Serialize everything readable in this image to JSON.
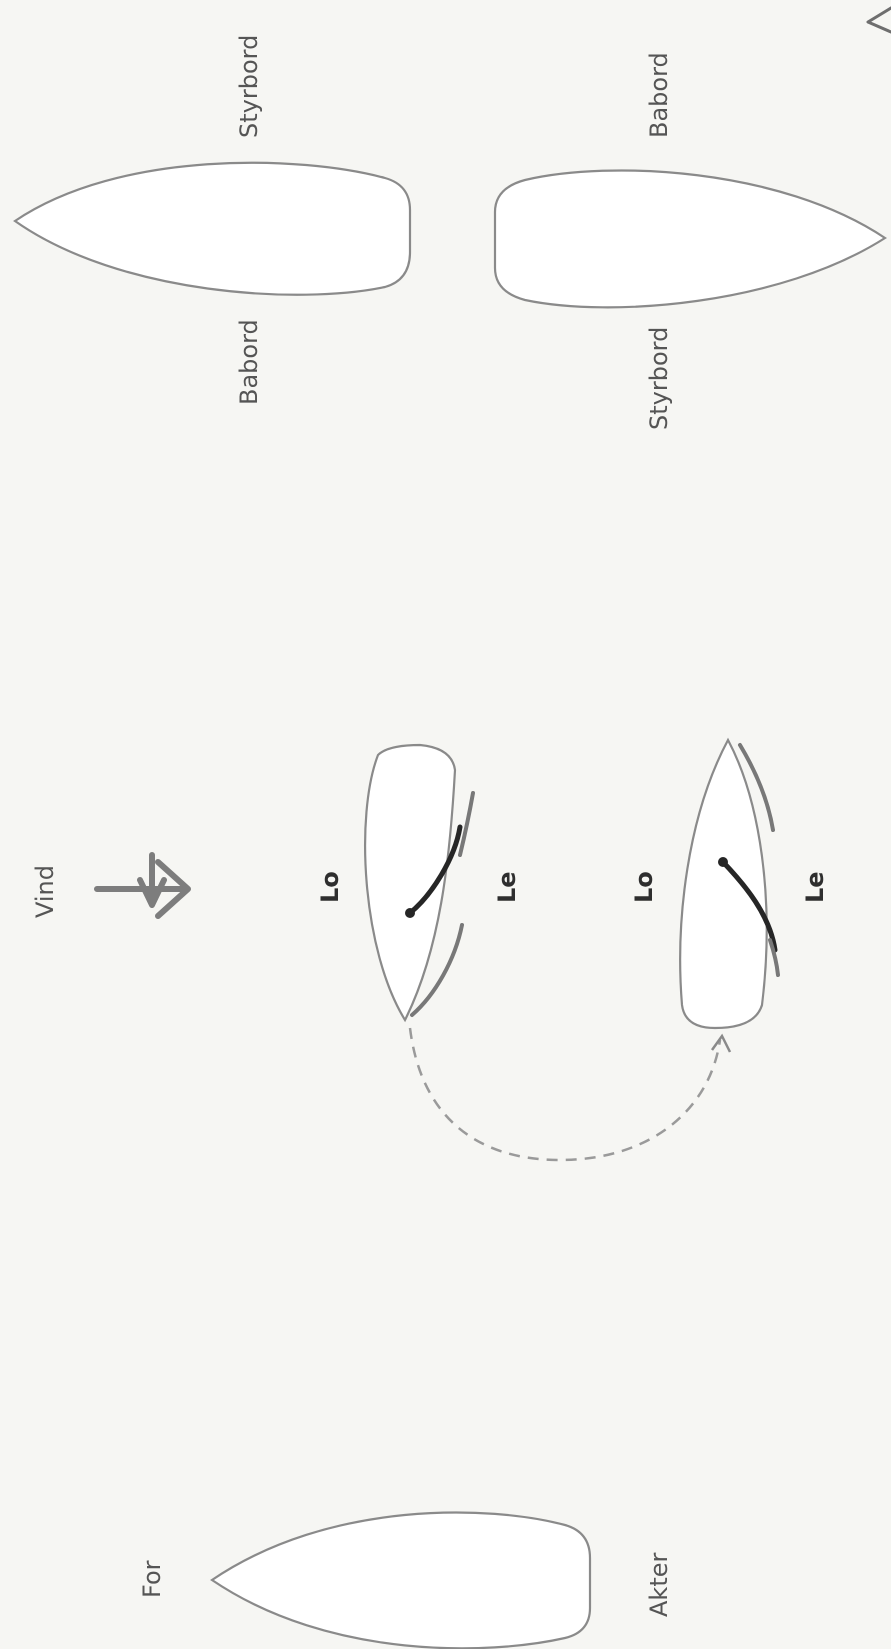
{
  "labels": {
    "styrbord_top": "Styrbord",
    "babord_top": "Babord",
    "babord_bottom": "Babord",
    "styrbord_bottom": "Styrbord",
    "vind": "Vind",
    "lo_upper": "Lo",
    "le_upper": "Le",
    "lo_lower": "Lo",
    "le_lower": "Le",
    "for": "For",
    "akter": "Akter"
  },
  "colors": {
    "background": "#f6f6f3",
    "hull_fill": "#ffffff",
    "hull_stroke": "#8a8a8a",
    "boom": "#262626",
    "sail": "#787878",
    "wind_arrow": "#7d7d7d"
  },
  "icons": {
    "wind_arrow": "arrow-right-icon",
    "maneuver_path": "dashed-curve-arrow-icon"
  }
}
